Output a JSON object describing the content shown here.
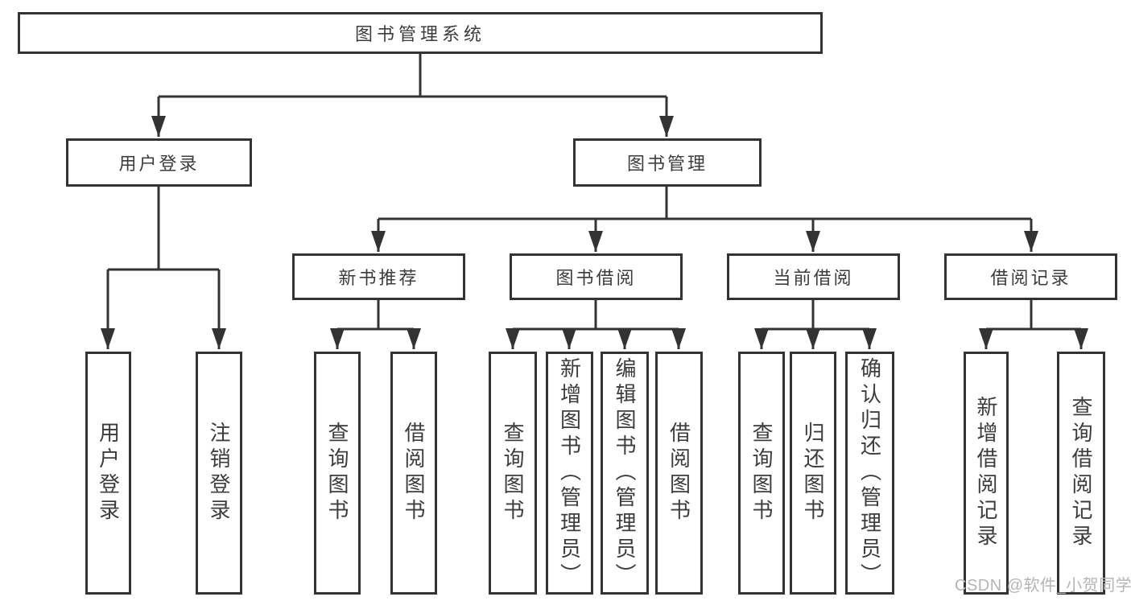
{
  "diagram_title": "图书管理系统",
  "tree": {
    "root": {
      "label": "图书管理系统",
      "children": [
        {
          "label": "用户登录",
          "children": [
            {
              "label": "用户登录"
            },
            {
              "label": "注销登录"
            }
          ]
        },
        {
          "label": "图书管理",
          "children": [
            {
              "label": "新书推荐",
              "children": [
                {
                  "label": "查询图书"
                },
                {
                  "label": "借阅图书"
                }
              ]
            },
            {
              "label": "图书借阅",
              "children": [
                {
                  "label": "查询图书"
                },
                {
                  "label": "新增图书（管理员）"
                },
                {
                  "label": "编辑图书（管理员）"
                },
                {
                  "label": "借阅图书"
                }
              ]
            },
            {
              "label": "当前借阅",
              "children": [
                {
                  "label": "查询图书"
                },
                {
                  "label": "归还图书"
                },
                {
                  "label": "确认归还（管理员）"
                }
              ]
            },
            {
              "label": "借阅记录",
              "children": [
                {
                  "label": "新增借阅记录"
                },
                {
                  "label": "查询借阅记录"
                }
              ]
            }
          ]
        }
      ]
    }
  },
  "watermark": {
    "text": "CSDN @软件_小贺同学"
  },
  "colors": {
    "line": "#333333",
    "text": "#3c3c3c",
    "watermark": "#b5b5b5",
    "bg": "#ffffff"
  }
}
